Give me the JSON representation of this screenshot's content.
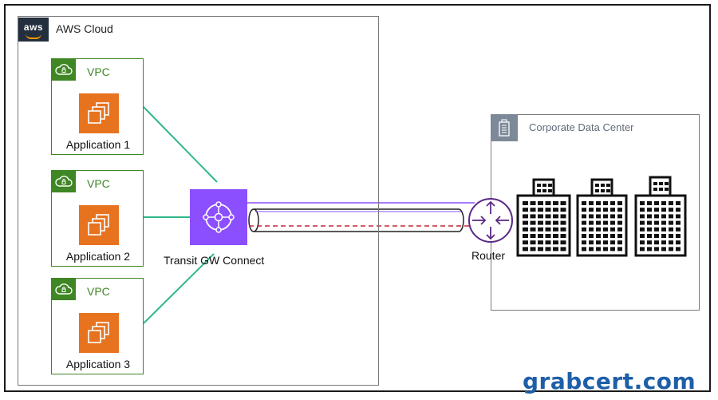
{
  "aws_cloud": {
    "logo_text": "aws",
    "title": "AWS Cloud"
  },
  "vpcs": [
    {
      "label": "VPC",
      "app": "Application 1"
    },
    {
      "label": "VPC",
      "app": "Application 2"
    },
    {
      "label": "VPC",
      "app": "Application 3"
    }
  ],
  "transit_gateway": {
    "label": "Transit GW Connect"
  },
  "router": {
    "label": "Router"
  },
  "data_center": {
    "title": "Corporate Data Center"
  },
  "watermark": "grabcert.com",
  "colors": {
    "vpc_green": "#3f8624",
    "app_orange": "#e8731f",
    "tgw_purple": "#8c4fff",
    "link_green": "#2eb886",
    "tunnel_red": "#c0283a",
    "aws_dark": "#232f3e"
  }
}
